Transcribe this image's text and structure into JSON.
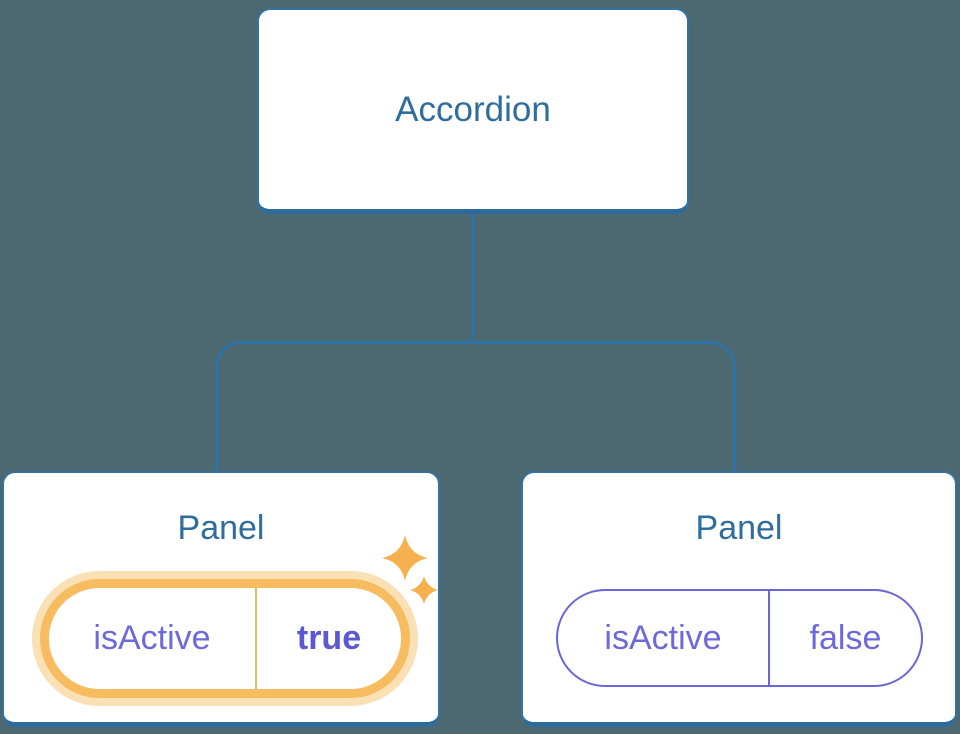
{
  "diagram": {
    "description": "React component tree: Accordion parent with two Panel children showing isActive prop state",
    "colors": {
      "background": "#4C6972",
      "node_background": "#FFFFFF",
      "node_border": "#3273A3",
      "node_border_bottom": "#2D6B9D",
      "connector_line": "#2F72A5",
      "node_text": "#2E6D9E",
      "prop_text": "#6B69DC",
      "prop_value_active_text": "#5B58D3",
      "active_ring": "#F7BC60",
      "active_halo": "#FAE0B5",
      "active_divider": "#F2B75F",
      "inactive_pill_border": "#6966DA",
      "sparkle": "#F6B14E"
    },
    "tree": {
      "root": {
        "label": "Accordion"
      },
      "children": [
        {
          "title": "Panel",
          "prop": {
            "name": "isActive",
            "value": "true"
          },
          "active": true,
          "highlighted": true
        },
        {
          "title": "Panel",
          "prop": {
            "name": "isActive",
            "value": "false"
          },
          "active": false,
          "highlighted": false
        }
      ]
    }
  }
}
